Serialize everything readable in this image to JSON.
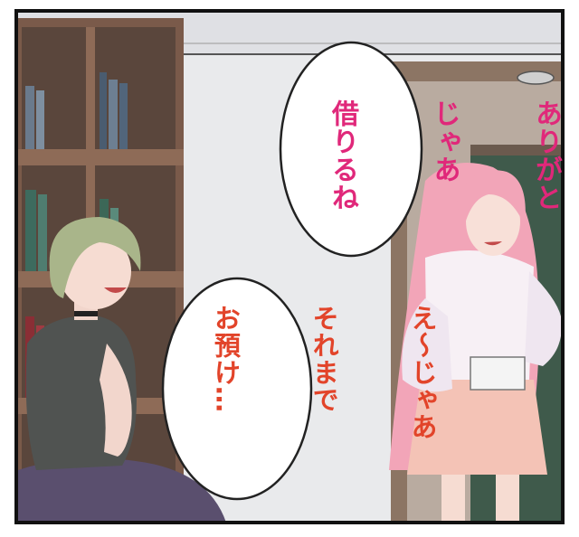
{
  "bubbles": [
    {
      "lines": [
        "ありがと",
        "じゃあ",
        "借りるね"
      ],
      "color": "#e0287a"
    },
    {
      "lines": [
        "え～じゃあ",
        "それまで",
        "お預け…"
      ],
      "color": "#e2442a"
    }
  ],
  "colors": {
    "wall": "#e9eaec",
    "shelf_wood": "#7a5a4a",
    "door_frame": "#8c7564",
    "door_green": "#3f5a4b",
    "left_hair": "#a9b58a",
    "right_hair": "#f2a5b8",
    "skirt": "#f4c3b6"
  }
}
